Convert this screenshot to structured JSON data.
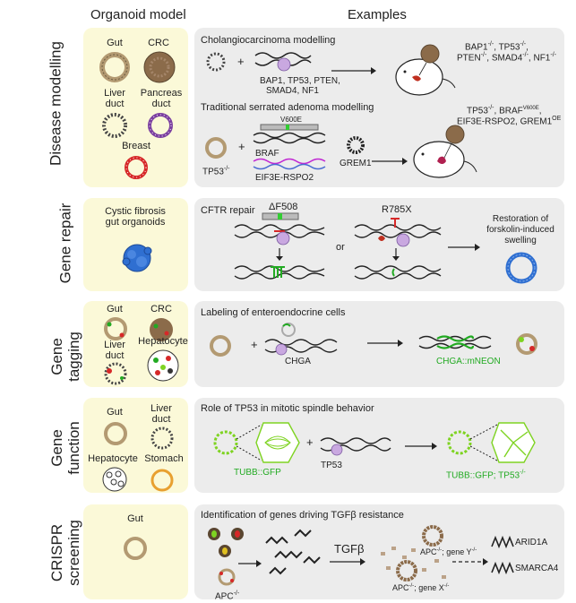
{
  "headers": {
    "organoid": "Organoid model",
    "examples": "Examples"
  },
  "rows": [
    {
      "label": "Disease modelling"
    },
    {
      "label": "Gene repair"
    },
    {
      "label_lines": [
        "Gene",
        "tagging"
      ]
    },
    {
      "label_lines": [
        "Gene",
        "function"
      ]
    },
    {
      "label_lines": [
        "CRISPR",
        "screening"
      ]
    }
  ],
  "disease": {
    "organoids": [
      "Gut",
      "CRC",
      "Liver",
      "duct",
      "Pancreas",
      "duct",
      "Breast"
    ],
    "chol_title": "Cholangiocarcinoma modelling",
    "chol_genes": [
      "BAP1, TP53, PTEN,",
      "SMAD4, NF1"
    ],
    "chol_result": [
      "BAP1",
      "TP53",
      "PTEN",
      "SMAD4",
      "NF1"
    ],
    "ssa_title": "Traditional serrated adenoma modelling",
    "ssa_v600e": "V600E",
    "ssa_braf": "BRAF",
    "ssa_tp53": "TP53",
    "ssa_eif": "EIF3E-RSPO2",
    "ssa_grem": "GREM1",
    "ssa_result": [
      "TP53",
      "BRAF",
      "V600E",
      "EIF3E-RSPO2, GREM1",
      "OE"
    ]
  },
  "repair": {
    "organoid": [
      "Cystic fibrosis",
      "gut organoids"
    ],
    "title": "CFTR repair",
    "df508": "ΔF508",
    "or": "or",
    "r785x": "R785X",
    "result": [
      "Restoration of",
      "forskolin-induced",
      "swelling"
    ]
  },
  "tagging": {
    "organoids": [
      "Gut",
      "CRC",
      "Liver",
      "duct",
      "Hepatocyte"
    ],
    "title": "Labeling of enteroendocrine cells",
    "chga": "CHGA",
    "result": "CHGA::mNEON"
  },
  "function": {
    "organoids": [
      "Gut",
      "Liver",
      "duct",
      "Hepatocyte",
      "Stomach"
    ],
    "title": "Role of TP53 in mitotic spindle behavior",
    "tubb": "TUBB::GFP",
    "tp53": "TP53",
    "result": "TUBB::GFP; TP53",
    "sup": "-/-"
  },
  "screen": {
    "organoid": "Gut",
    "title": "Identification of genes driving TGFβ resistance",
    "apc": "APC",
    "tgfb": "TGFβ",
    "apc_y": "APC",
    "gene_y": "; gene Y",
    "apc_x": "APC",
    "gene_x": "; gene X",
    "hits": [
      "ARID1A",
      "SMARCA4"
    ]
  },
  "superscripts": {
    "ko": "-/-"
  },
  "colors": {
    "organoid_bg": "#fbf9d8",
    "example_bg": "#ececec",
    "gfp": "#7ed321",
    "crc": "#8b6b4a",
    "breast": "#d62828",
    "pancreas": "#7b3fa0",
    "repair_blue": "#2f6fd1",
    "cas9": "#c9a8e0"
  }
}
